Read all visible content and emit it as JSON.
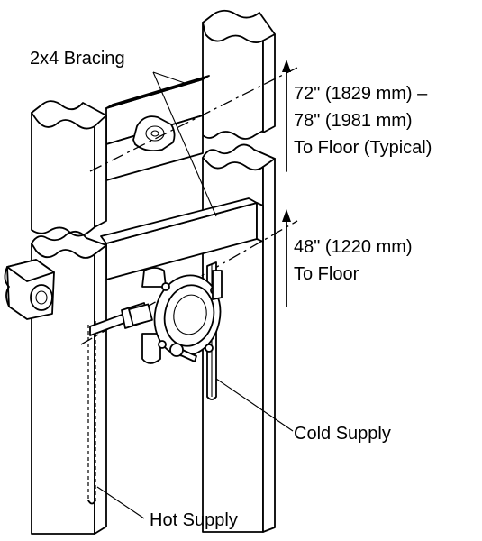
{
  "labels": {
    "bracing": "2x4 Bracing",
    "upper_height_line1": "72\" (1829 mm) –",
    "upper_height_line2": "78\" (1981 mm)",
    "upper_height_line3": "To Floor (Typical)",
    "lower_height_line1": "48\" (1220 mm)",
    "lower_height_line2": "To Floor",
    "cold_supply": "Cold Supply",
    "hot_supply": "Hot Supply"
  }
}
